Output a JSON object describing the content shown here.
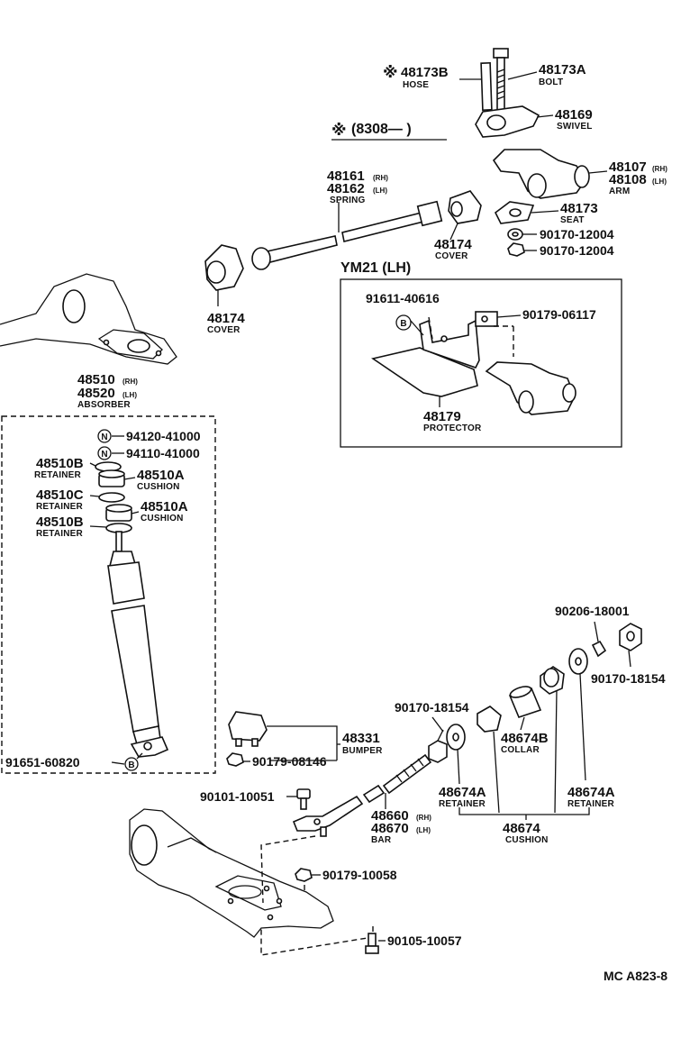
{
  "header": {
    "symbol": "※",
    "date_range": "(8308—      )"
  },
  "upper": {
    "hose": {
      "symbol": "※",
      "number": "48173B",
      "caption": "HOSE"
    },
    "bolt": {
      "number": "48173A",
      "caption": "BOLT"
    },
    "swivel": {
      "number": "48169",
      "caption": "SWIVEL"
    },
    "arm": {
      "number_rh": "48107",
      "sub_rh": "(RH)",
      "number_lh": "48108",
      "sub_lh": "(LH)",
      "caption": "ARM"
    },
    "spring": {
      "number_rh": "48161",
      "sub_rh": "(RH)",
      "number_lh": "48162",
      "sub_lh": "(LH)",
      "caption": "SPRING"
    },
    "seat": {
      "number": "48173",
      "caption": "SEAT"
    },
    "nut_a": {
      "number": "90170-12004"
    },
    "nut_b": {
      "number": "90170-12004"
    },
    "cover_small": {
      "number": "48174",
      "caption": "COVER"
    },
    "cover_large": {
      "number": "48174",
      "caption": "COVER"
    }
  },
  "inset": {
    "title": "YM21 (LH)",
    "bolt": {
      "number": "91611-40616",
      "badge": "B"
    },
    "bracket": {
      "number": "90179-06117"
    },
    "protector": {
      "number": "48179",
      "caption": "PROTECTOR"
    }
  },
  "absorber": {
    "number_rh": "48510",
    "sub_rh": "(RH)",
    "number_lh": "48520",
    "sub_lh": "(LH)",
    "caption": "ABSORBER",
    "nut_1": {
      "badge": "N",
      "number": "94120-41000"
    },
    "nut_2": {
      "badge": "N",
      "number": "94110-41000"
    },
    "retainer_top": {
      "number": "48510B",
      "caption": "RETAINER"
    },
    "cushion_top": {
      "number": "48510A",
      "caption": "CUSHION"
    },
    "retainer_mid": {
      "number": "48510C",
      "caption": "RETAINER"
    },
    "cushion_bottom": {
      "number": "48510A",
      "caption": "CUSHION"
    },
    "retainer_bottom": {
      "number": "48510B",
      "caption": "RETAINER"
    },
    "bolt": {
      "number": "91651-60820",
      "badge": "B"
    }
  },
  "lower": {
    "bumper": {
      "number": "48331",
      "caption": "BUMPER"
    },
    "bumper_nut": {
      "number": "90179-08146"
    },
    "bolt_a": {
      "number": "90101-10051"
    },
    "nut_90179": {
      "number": "90179-10058"
    },
    "bolt_b": {
      "number": "90105-10057"
    },
    "bar": {
      "number_rh": "48660",
      "sub_rh": "(RH)",
      "number_lh": "48670",
      "sub_lh": "(LH)",
      "caption": "BAR"
    },
    "nut_left": {
      "number": "90170-18154"
    },
    "washer_top": {
      "number": "90206-18001"
    },
    "nut_right": {
      "number": "90170-18154"
    },
    "collar": {
      "number": "48674B",
      "caption": "COLLAR"
    },
    "retainer_left": {
      "number": "48674A",
      "caption": "RETAINER"
    },
    "retainer_right": {
      "number": "48674A",
      "caption": "RETAINER"
    },
    "cushion": {
      "number": "48674",
      "caption": "CUSHION"
    }
  },
  "footer": {
    "code": "MC  A823-8"
  }
}
